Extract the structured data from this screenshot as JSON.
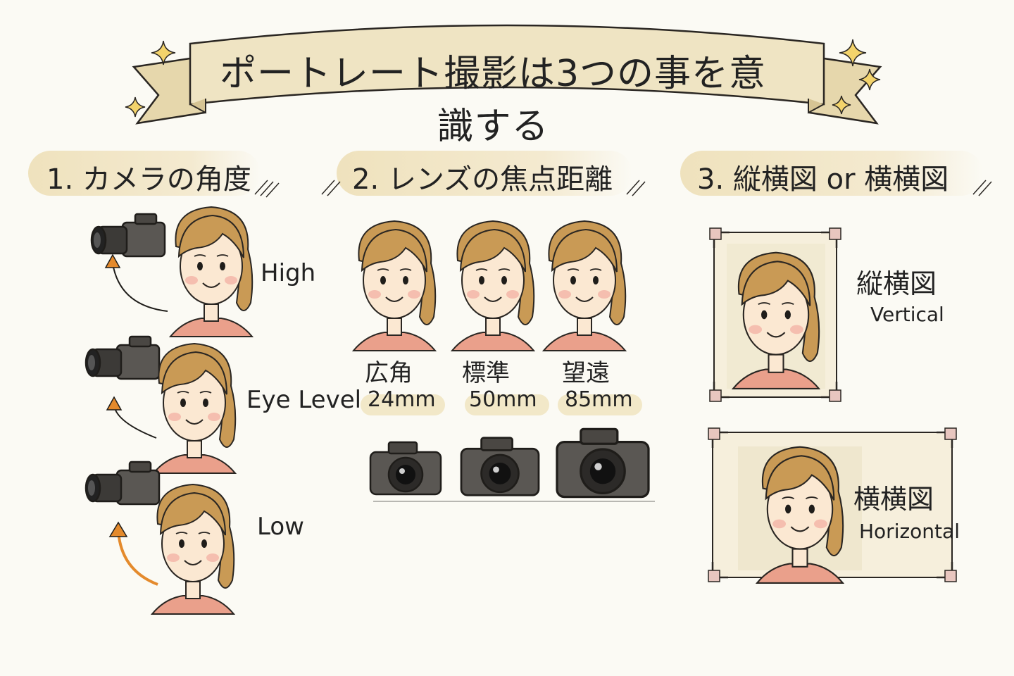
{
  "title": "ポートレート撮影は3つの事を意識する",
  "sections": [
    {
      "title": "1. カメラの角度",
      "angles": [
        "High",
        "Eye Level",
        "Low"
      ]
    },
    {
      "title": "2. レンズの焦点距離",
      "lenses": [
        {
          "name": "広角",
          "focal": "24mm"
        },
        {
          "name": "標準",
          "focal": "50mm"
        },
        {
          "name": "望遠",
          "focal": "85mm"
        }
      ]
    },
    {
      "title": "3. 縦横図 or 横横図",
      "orientations": [
        {
          "jp": "縦横図",
          "en": "Vertical"
        },
        {
          "jp": "横横図",
          "en": "Horizontal"
        }
      ]
    }
  ],
  "colors": {
    "banner": "#efe4c3",
    "hair": "#c99a55",
    "skin": "#fbe8d2",
    "shirt": "#e89a85",
    "accent": "#e48a2c",
    "sparkle": "#e2b93a"
  },
  "icons": [
    "sparkle-icon",
    "camera-icon",
    "arrow-icon",
    "frame-corner-icon"
  ]
}
